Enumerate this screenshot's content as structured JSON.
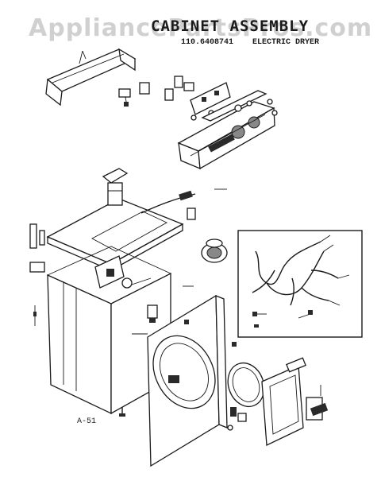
{
  "watermark": "AppliancePartsPros.com",
  "heading": "CABINET ASSEMBLY",
  "model": {
    "number": "110.6408741",
    "type": "ELECTRIC DRYER"
  },
  "corner_label": "A-51",
  "colors": {
    "ink": "#1a1a1a",
    "paper": "#ffffff",
    "watermark": "#969696"
  }
}
